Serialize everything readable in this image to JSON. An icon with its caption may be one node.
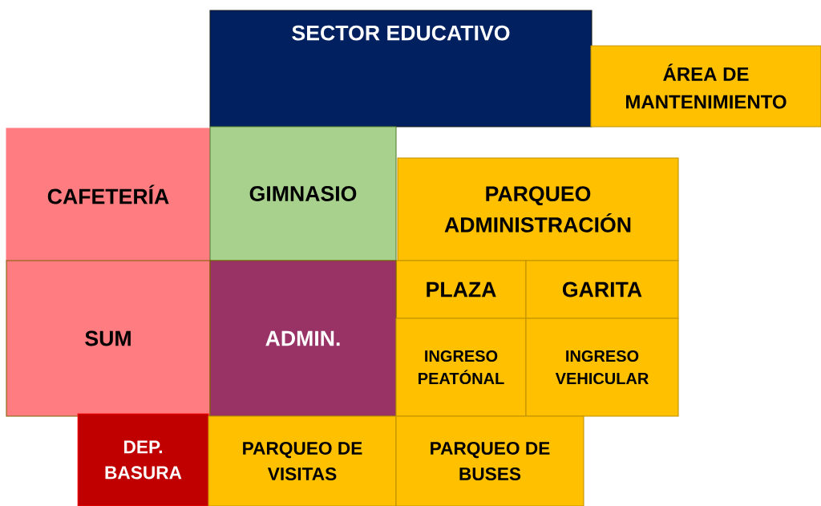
{
  "diagram": {
    "nodes": [
      {
        "text": [
          "SECTOR EDUCATIVO"
        ]
      },
      {
        "text": [
          "ÁREA DE MANTENIMIENTO"
        ]
      },
      {
        "text": [
          "CAFETERÍA"
        ]
      },
      {
        "text": [
          "GIMNASIO"
        ]
      },
      {
        "text": [
          "PARQUEO ADMINISTRACIÓN"
        ]
      },
      {
        "text": [
          "PLAZA"
        ]
      },
      {
        "text": [
          "GARITA"
        ]
      },
      {
        "text": [
          "SUM"
        ]
      },
      {
        "text": [
          "ADMIN."
        ]
      },
      {
        "text": [
          "INGRESO PEATÓNAL"
        ]
      },
      {
        "text": [
          "INGRESO VEHICULAR"
        ]
      },
      {
        "text": [
          "DEP. BASURA"
        ]
      },
      {
        "text": [
          "PARQUEO DE VISITAS"
        ]
      },
      {
        "text": [
          "PARQUEO DE BUSES"
        ]
      }
    ]
  }
}
